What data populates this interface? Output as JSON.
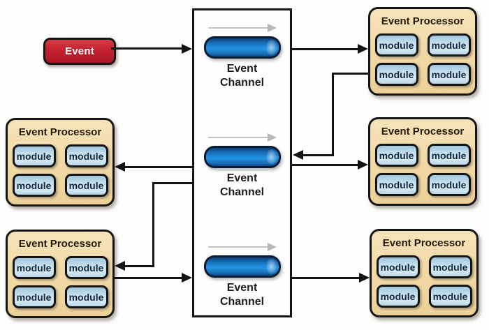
{
  "event_source": {
    "label": "Event"
  },
  "channels": [
    {
      "label": "Event Channel"
    },
    {
      "label": "Event Channel"
    },
    {
      "label": "Event Channel"
    }
  ],
  "processors": [
    {
      "title": "Event Processor",
      "modules": [
        "module",
        "module",
        "module",
        "module"
      ]
    },
    {
      "title": "Event Processor",
      "modules": [
        "module",
        "module",
        "module",
        "module"
      ]
    },
    {
      "title": "Event Processor",
      "modules": [
        "module",
        "module",
        "module",
        "module"
      ]
    },
    {
      "title": "Event Processor",
      "modules": [
        "module",
        "module",
        "module",
        "module"
      ]
    },
    {
      "title": "Event Processor",
      "modules": [
        "module",
        "module",
        "module",
        "module"
      ]
    }
  ],
  "icons": {
    "flow_arrow": "right-arrow",
    "arrowhead": "solid-triangle"
  },
  "colors": {
    "event_red": "#c4212f",
    "processor_tan": "#f1d8a4",
    "module_blue": "#c7dfee",
    "channel_blue": "#1f86d6",
    "connector_black": "#141414",
    "flow_gray": "#c3c3c3"
  }
}
